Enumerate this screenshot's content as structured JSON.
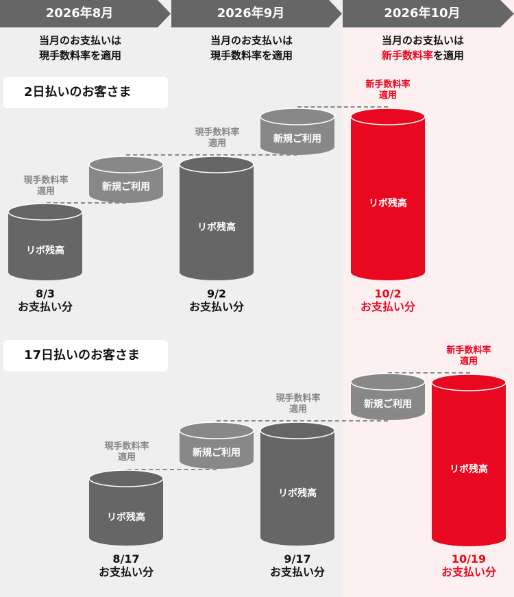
{
  "colors": {
    "header_bg": "#666666",
    "panel_bg": "#efefef",
    "highlight_bg": "#fdf0f0",
    "balance_gray": "#666666",
    "new_use_gray": "#888888",
    "accent_red": "#e8081f"
  },
  "months": [
    {
      "label": "2026年8月",
      "note_line1": "当月のお支払いは",
      "note_line2": "現手数料率を適用",
      "note_line2_red": ""
    },
    {
      "label": "2026年9月",
      "note_line1": "当月のお支払いは",
      "note_line2": "現手数料率を適用",
      "note_line2_red": ""
    },
    {
      "label": "2026年10月",
      "note_line1": "当月のお支払いは",
      "note_line2_red": "新手数料率",
      "note_line2": "を適用"
    }
  ],
  "sections": [
    {
      "title": "2日払いのお客さま",
      "balance_label": "リボ残高",
      "new_use_label": "新規ご利用",
      "rates": [
        {
          "line1": "現手数料率",
          "line2": "適用"
        },
        {
          "line1": "現手数料率",
          "line2": "適用"
        },
        {
          "line1": "新手数料率",
          "line2": "適用"
        }
      ],
      "payments": [
        {
          "date": "8/3",
          "suffix": "お支払い分"
        },
        {
          "date": "9/2",
          "suffix": "お支払い分"
        },
        {
          "date": "10/2",
          "suffix": "お支払い分"
        }
      ]
    },
    {
      "title": "17日払いのお客さま",
      "balance_label": "リボ残高",
      "new_use_label": "新規ご利用",
      "rates": [
        {
          "line1": "現手数料率",
          "line2": "適用"
        },
        {
          "line1": "現手数料率",
          "line2": "適用"
        },
        {
          "line1": "新手数料率",
          "line2": "適用"
        }
      ],
      "payments": [
        {
          "date": "8/17",
          "suffix": "お支払い分"
        },
        {
          "date": "9/17",
          "suffix": "お支払い分"
        },
        {
          "date": "10/19",
          "suffix": "お支払い分"
        }
      ]
    }
  ]
}
